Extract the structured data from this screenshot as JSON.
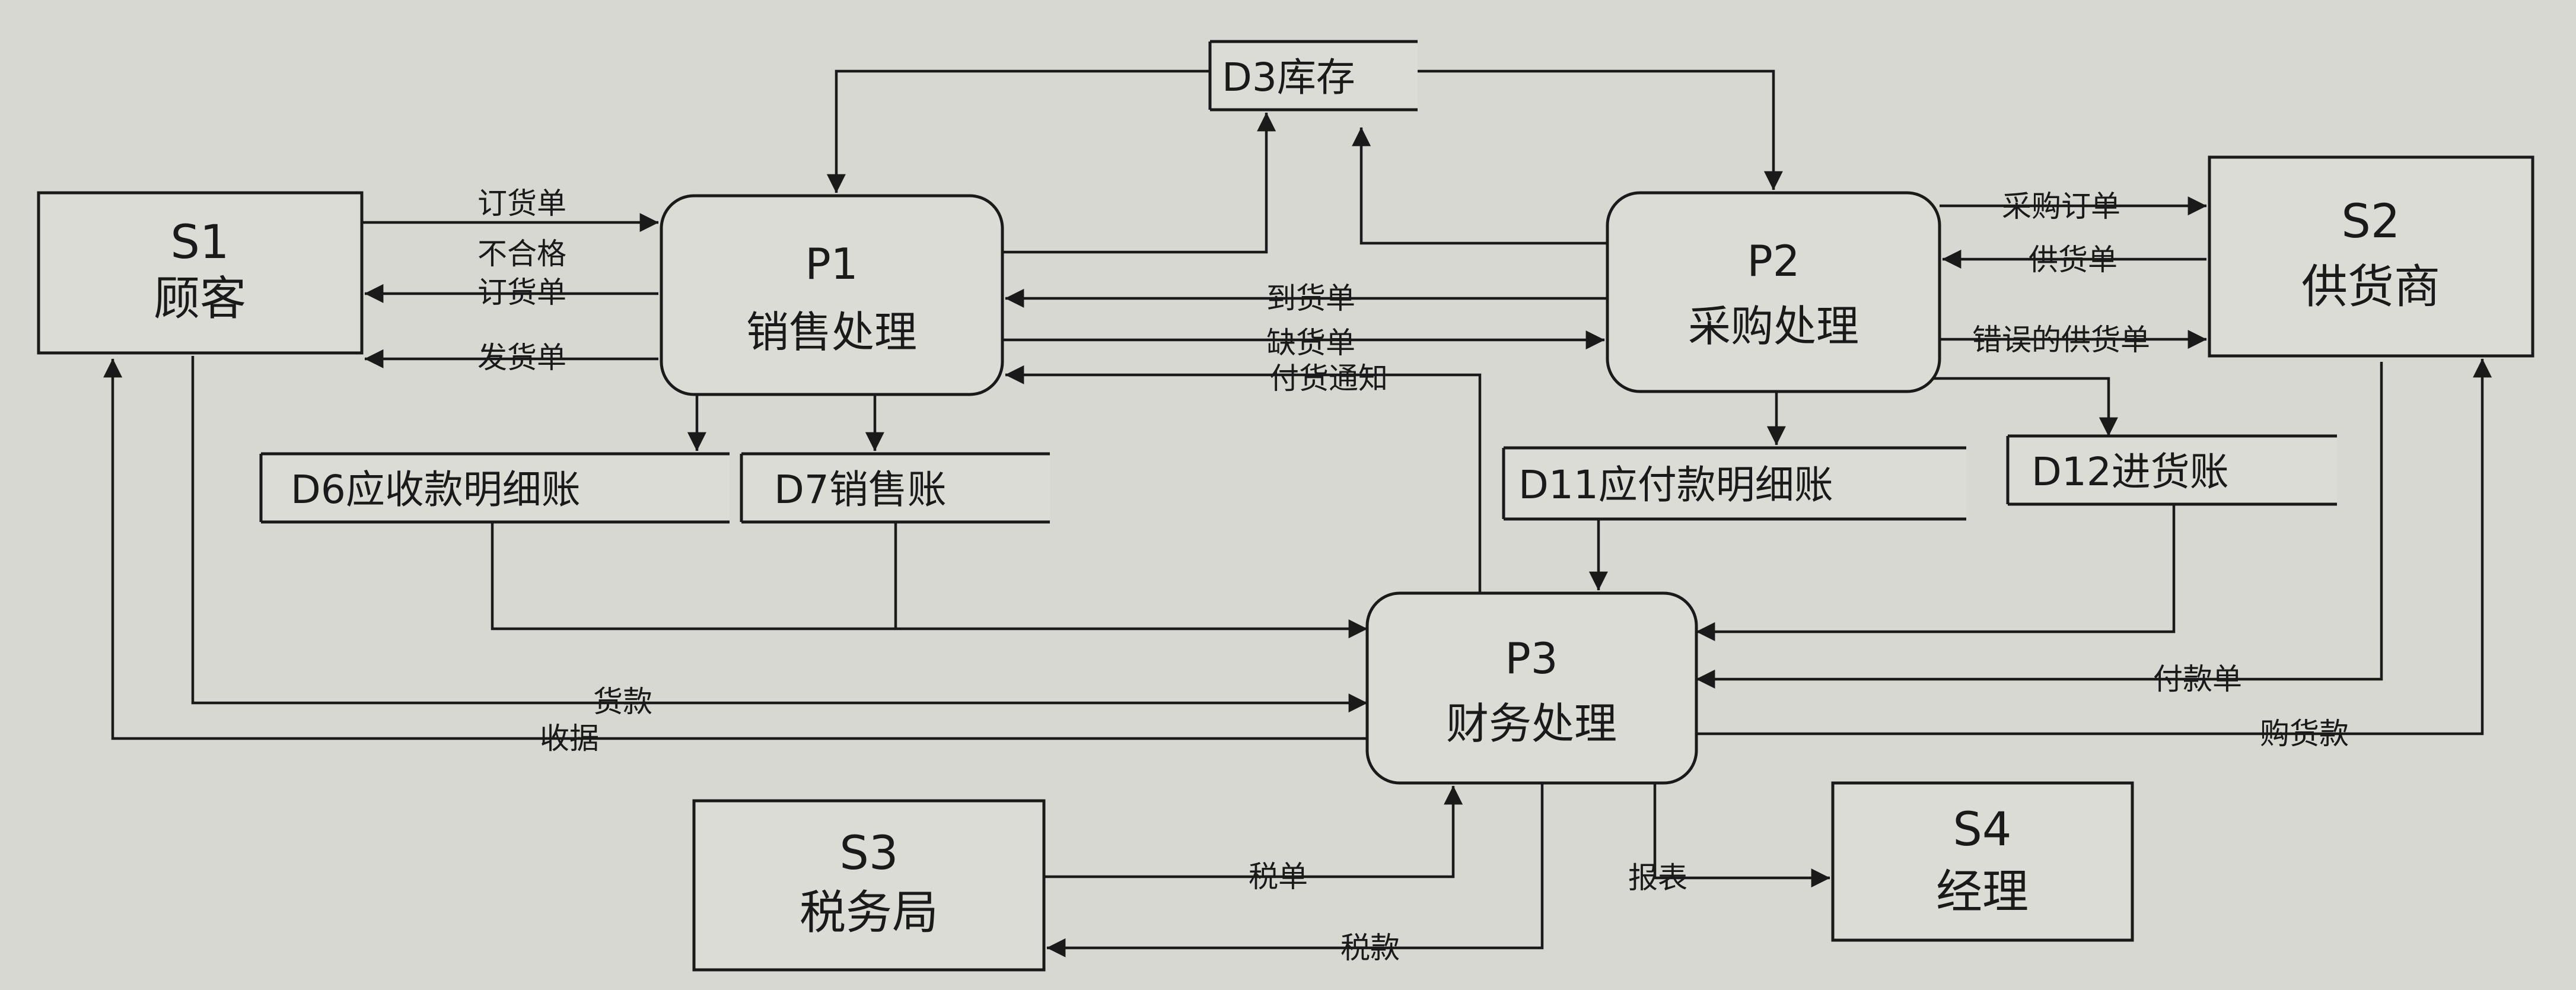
{
  "entities": {
    "s1": {
      "id": "S1",
      "name": "顾客"
    },
    "s2": {
      "id": "S2",
      "name": "供货商"
    },
    "s3": {
      "id": "S3",
      "name": "税务局"
    },
    "s4": {
      "id": "S4",
      "name": "经理"
    }
  },
  "processes": {
    "p1": {
      "id": "P1",
      "name": "销售处理"
    },
    "p2": {
      "id": "P2",
      "name": "采购处理"
    },
    "p3": {
      "id": "P3",
      "name": "财务处理"
    }
  },
  "stores": {
    "d3": "D3库存",
    "d6": "D6应收款明细账",
    "d7": "D7销售账",
    "d11": "D11应付款明细账",
    "d12": "D12进货账"
  },
  "flows": {
    "order": "订货单",
    "reject_line1": "不合格",
    "reject_line2": "订货单",
    "ship": "发货单",
    "arrival": "到货单",
    "shortage": "缺货单",
    "pay_notice": "付货通知",
    "purchase_order": "采购订单",
    "supply": "供货单",
    "wrong_supply": "错误的供货单",
    "payment_cust": "货款",
    "receipt": "收据",
    "pay_slip": "付款单",
    "purchase_pay": "购货款",
    "tax_bill": "税单",
    "tax": "税款",
    "report": "报表"
  }
}
